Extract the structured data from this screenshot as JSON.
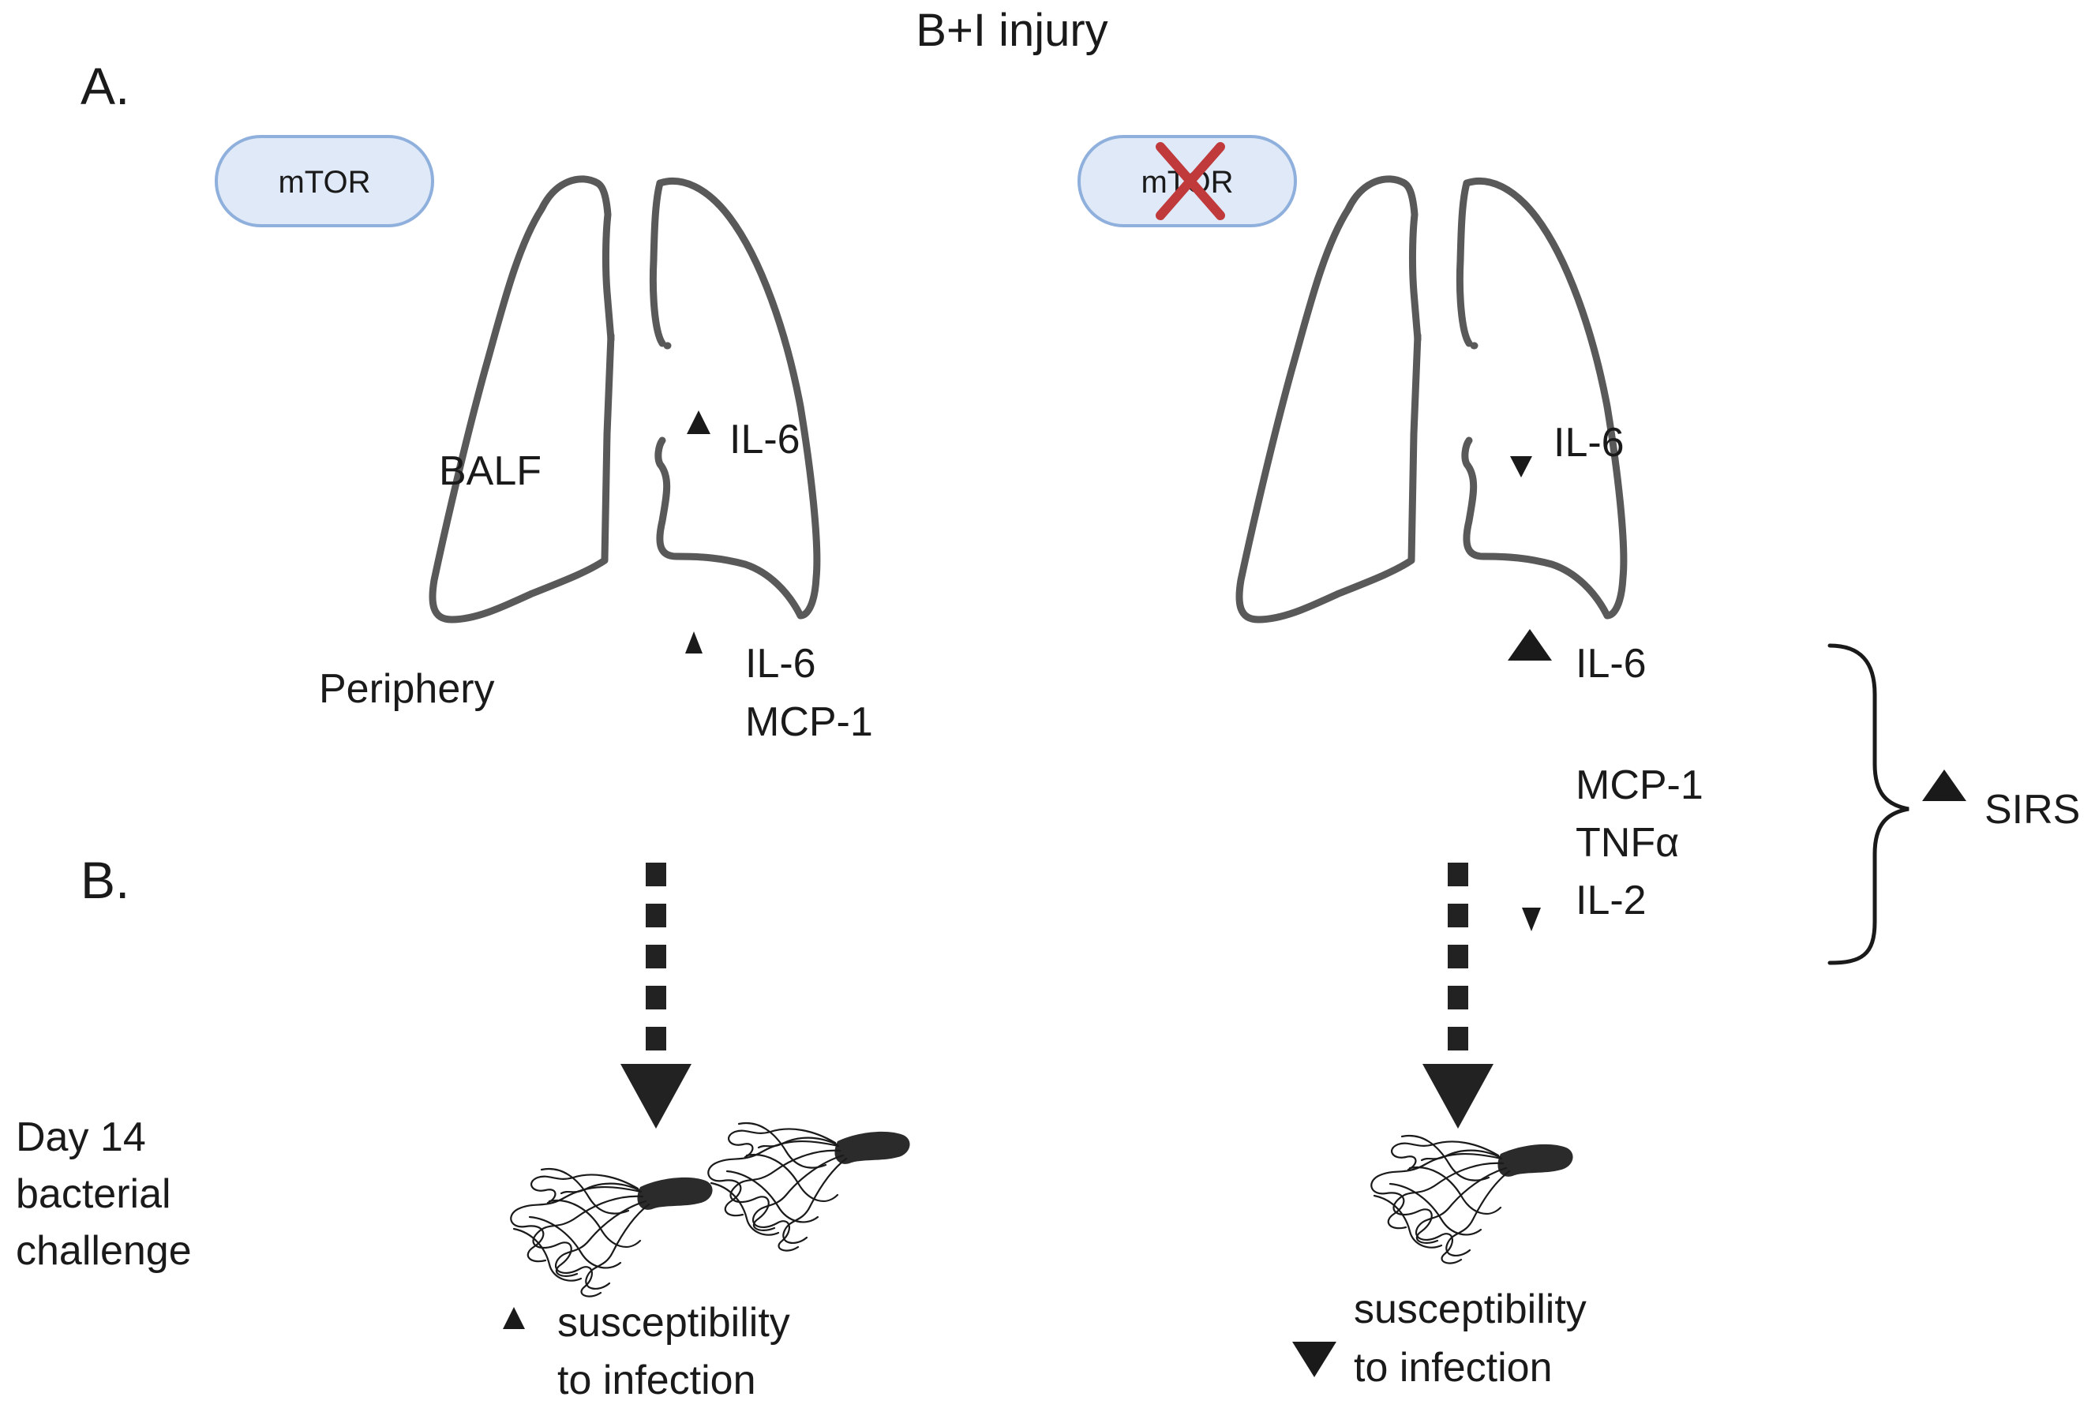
{
  "title": "B+I injury",
  "panel_a_label": "A.",
  "panel_b_label": "B.",
  "left": {
    "mtor_label": "mTOR",
    "balf_label": "BALF",
    "lung_cytokine": "IL-6",
    "periphery_label": "Periphery",
    "periphery_cytokines": [
      "IL-6",
      "MCP-1"
    ],
    "outcome_line1": "susceptibility",
    "outcome_line2": "to infection"
  },
  "right": {
    "mtor_label": "mTOR",
    "mtor_status": "inhibited",
    "lung_cytokine": "IL-6",
    "periphery_up": "IL-6",
    "periphery_down": [
      "MCP-1",
      "TNFα",
      "IL-2"
    ],
    "sirs_label": "SIRS",
    "outcome_line1": "susceptibility",
    "outcome_line2": "to infection"
  },
  "challenge_label": [
    "Day 14",
    "bacterial",
    "challenge"
  ],
  "icons": {
    "lungs": "lungs-icon",
    "bacterium": "bacterium-icon",
    "cross": "x-mark-icon",
    "arrow_up": "arrow-up-icon",
    "arrow_down": "arrow-down-icon",
    "brace": "curly-brace-icon"
  },
  "colors": {
    "pill_fill": "#dfe9f7",
    "pill_stroke": "#8fb0dc",
    "cross": "#c0393b",
    "lung_outline": "#595959",
    "ink": "#1a1a1a"
  }
}
